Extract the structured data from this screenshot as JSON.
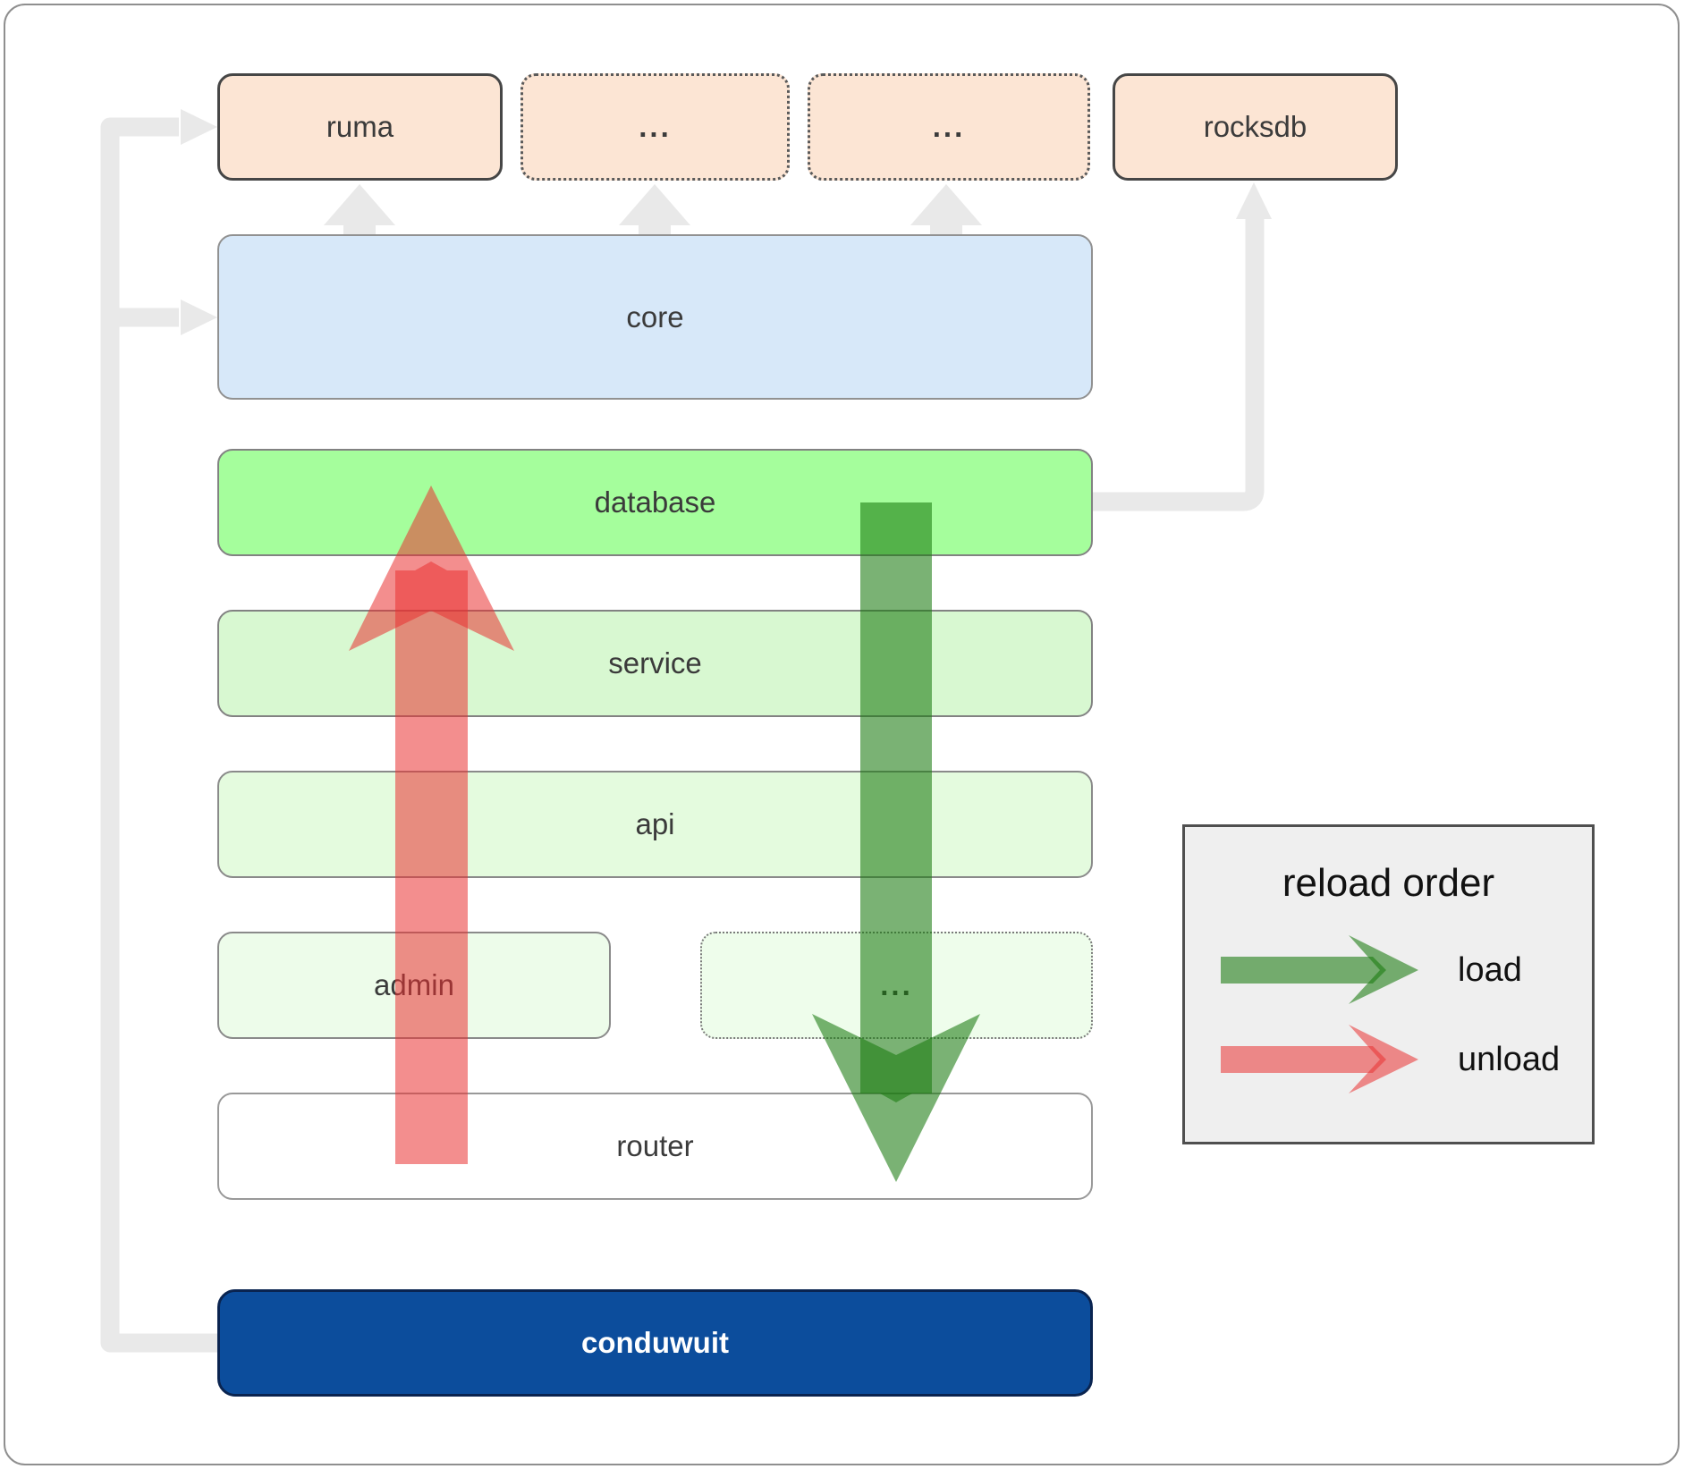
{
  "nodes": {
    "ruma": "ruma",
    "dots_top_1": "...",
    "dots_top_2": "...",
    "rocksdb": "rocksdb",
    "core": "core",
    "database": "database",
    "service": "service",
    "api": "api",
    "admin": "admin",
    "dots_mid": "...",
    "router": "router",
    "conduwuit": "conduwuit"
  },
  "legend": {
    "title": "reload order",
    "load_label": "load",
    "unload_label": "unload"
  },
  "colors": {
    "load_arrow": "rgba(25,122,15,0.58)",
    "unload_arrow": "rgba(234,50,50,0.55)",
    "connector": "#e9e9e9"
  }
}
